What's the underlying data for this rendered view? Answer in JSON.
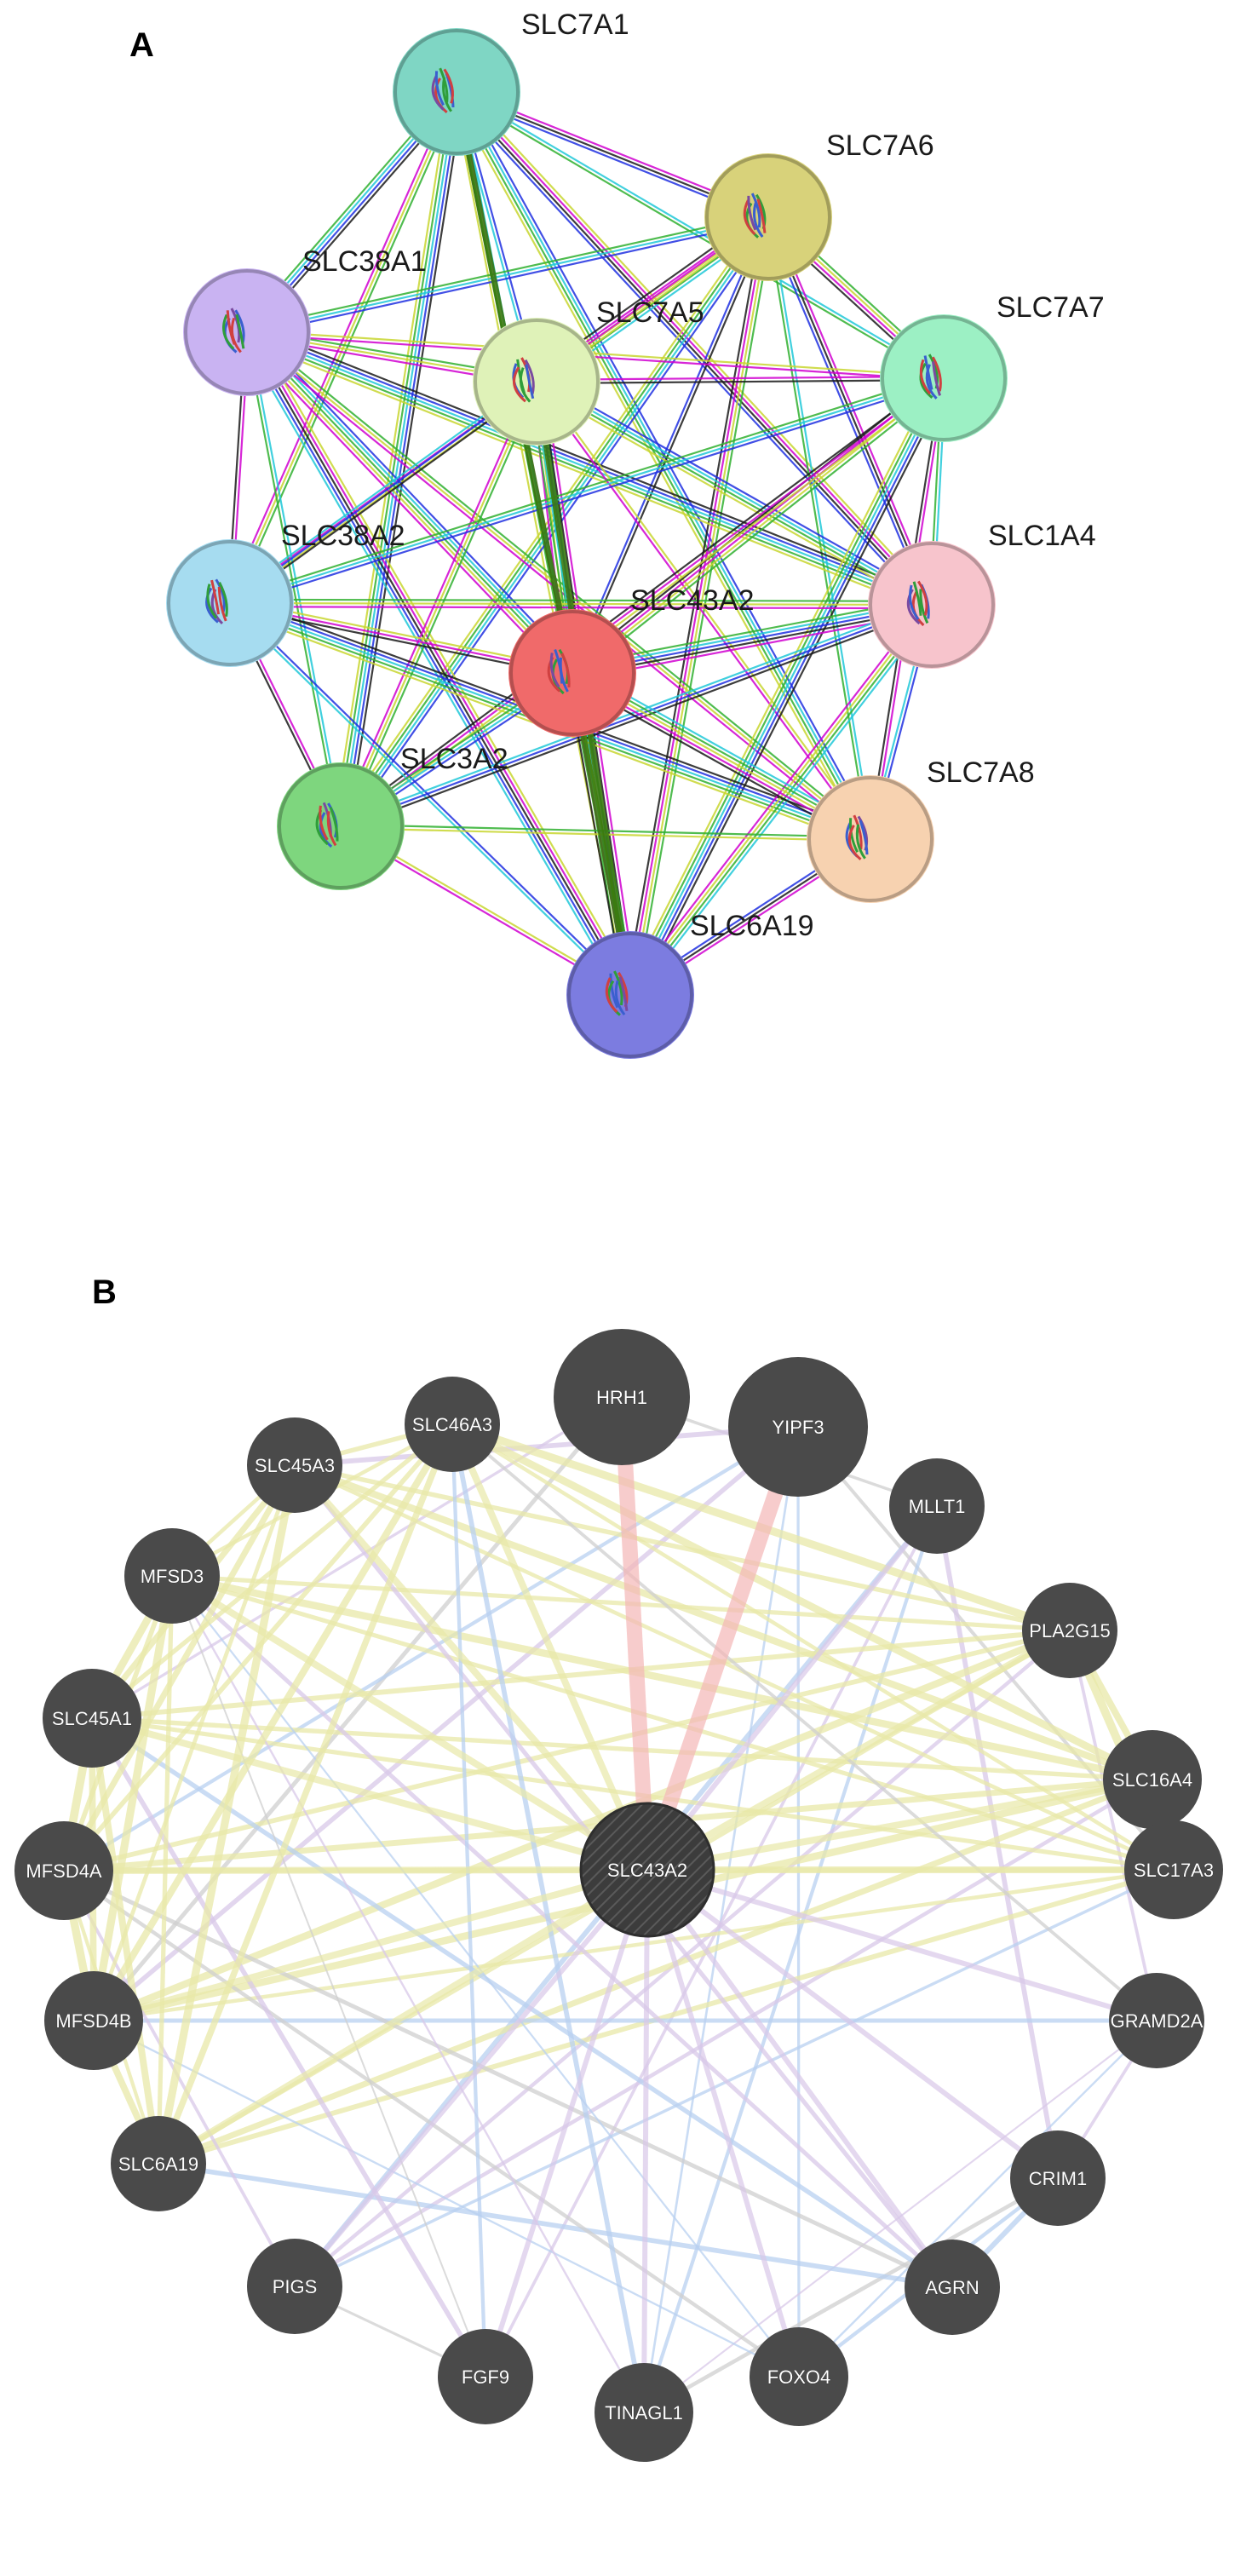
{
  "panel_a": {
    "label": "A",
    "nodes": [
      {
        "id": "SLC7A1",
        "label": "SLC7A1",
        "color": "#7fd6c4"
      },
      {
        "id": "SLC7A6",
        "label": "SLC7A6",
        "color": "#d8d27a"
      },
      {
        "id": "SLC38A1",
        "label": "SLC38A1",
        "color": "#c9b3f2"
      },
      {
        "id": "SLC7A5",
        "label": "SLC7A5",
        "color": "#dff2b8"
      },
      {
        "id": "SLC7A7",
        "label": "SLC7A7",
        "color": "#9cf0c4"
      },
      {
        "id": "SLC38A2",
        "label": "SLC38A2",
        "color": "#a6dcf0"
      },
      {
        "id": "SLC1A4",
        "label": "SLC1A4",
        "color": "#f7c4cc"
      },
      {
        "id": "SLC43A2",
        "label": "SLC43A2",
        "color": "#f06a6a"
      },
      {
        "id": "SLC3A2",
        "label": "SLC3A2",
        "color": "#7ed67e"
      },
      {
        "id": "SLC7A8",
        "label": "SLC7A8",
        "color": "#f7d2b0"
      },
      {
        "id": "SLC6A19",
        "label": "SLC6A19",
        "color": "#7c7ce0"
      }
    ],
    "edge_colors": [
      "#c8d630",
      "#d000d0",
      "#1a1a1a",
      "#2030e0",
      "#20c8d8",
      "#30b030"
    ]
  },
  "panel_b": {
    "label": "B",
    "center": {
      "id": "SLC43A2",
      "label": "SLC43A2"
    },
    "nodes": [
      {
        "id": "HRH1",
        "label": "HRH1"
      },
      {
        "id": "YIPF3",
        "label": "YIPF3"
      },
      {
        "id": "MLLT1",
        "label": "MLLT1"
      },
      {
        "id": "PLA2G15",
        "label": "PLA2G15"
      },
      {
        "id": "SLC16A4",
        "label": "SLC16A4"
      },
      {
        "id": "SLC17A3",
        "label": "SLC17A3"
      },
      {
        "id": "GRAMD2A",
        "label": "GRAMD2A"
      },
      {
        "id": "CRIM1",
        "label": "CRIM1"
      },
      {
        "id": "AGRN",
        "label": "AGRN"
      },
      {
        "id": "FOXO4",
        "label": "FOXO4"
      },
      {
        "id": "TINAGL1",
        "label": "TINAGL1"
      },
      {
        "id": "FGF9",
        "label": "FGF9"
      },
      {
        "id": "PIGS",
        "label": "PIGS"
      },
      {
        "id": "SLC6A19",
        "label": "SLC6A19"
      },
      {
        "id": "MFSD4B",
        "label": "MFSD4B"
      },
      {
        "id": "MFSD4A",
        "label": "MFSD4A"
      },
      {
        "id": "SLC45A1",
        "label": "SLC45A1"
      },
      {
        "id": "MFSD3",
        "label": "MFSD3"
      },
      {
        "id": "SLC45A3",
        "label": "SLC45A3"
      },
      {
        "id": "SLC46A3",
        "label": "SLC46A3"
      }
    ],
    "node_color": "#4a4a4a",
    "edge_colors": {
      "coexpression": "#e8e8a8",
      "physical": "#f4b6b6",
      "pathway": "#d8c8e8",
      "colocalization": "#b8d0f0",
      "shared": "#cfcfcf"
    }
  }
}
